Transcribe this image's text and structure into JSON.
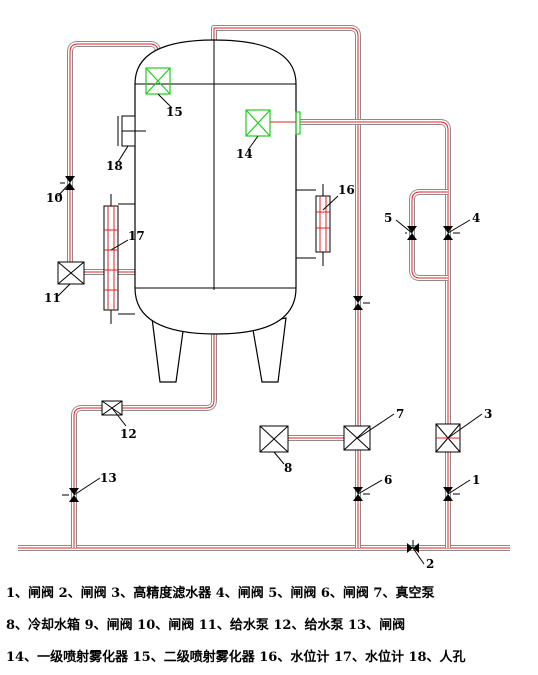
{
  "labels": {
    "l1": "1",
    "l2": "2",
    "l3": "3",
    "l4": "4",
    "l5": "5",
    "l6": "6",
    "l7": "7",
    "l8": "8",
    "l10": "10",
    "l11": "11",
    "l12": "12",
    "l13": "13",
    "l14": "14",
    "l15": "15",
    "l16": "16",
    "l17": "17",
    "l18": "18"
  },
  "legend": {
    "line1": "1、闸阀  2、闸阀  3、高精度滤水器  4、闸阀  5、闸阀  6、闸阀  7、真空泵",
    "line2": "8、冷却水箱   9、闸阀   10、闸阀   11、给水泵   12、给水泵    13、闸阀",
    "line3": "14、一级喷射雾化器 15、二级喷射雾化器  16、水位计  17、水位计  18、人孔"
  },
  "colors": {
    "pipe_outline": "#8a8a8a",
    "pipe_core": "#e22020",
    "device_green": "#22cc22",
    "line": "#000000"
  }
}
